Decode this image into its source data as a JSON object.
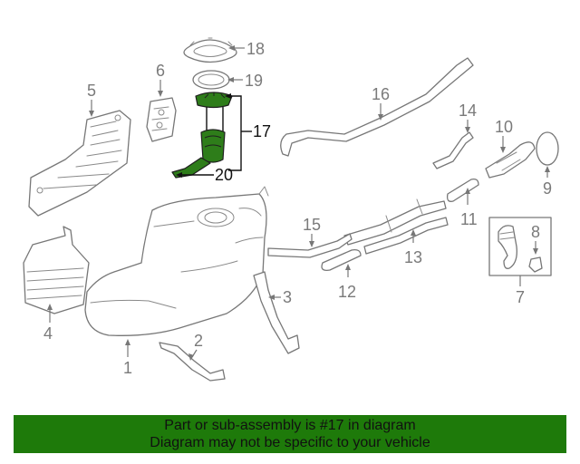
{
  "diagram": {
    "callouts": {
      "c1": "1",
      "c2": "2",
      "c3": "3",
      "c4": "4",
      "c5": "5",
      "c6": "6",
      "c7": "7",
      "c8": "8",
      "c9": "9",
      "c10": "10",
      "c11": "11",
      "c12": "12",
      "c13": "13",
      "c14": "14",
      "c15": "15",
      "c16": "16",
      "c17": "17",
      "c18": "18",
      "c19": "19",
      "c20": "20"
    },
    "highlighted_part": "17",
    "highlight_color": "#2e7d1a"
  },
  "banner": {
    "line1": "Part or sub-assembly is #17 in diagram",
    "line2": "Diagram may not be specific to your vehicle",
    "background": "#1e7a0a"
  }
}
